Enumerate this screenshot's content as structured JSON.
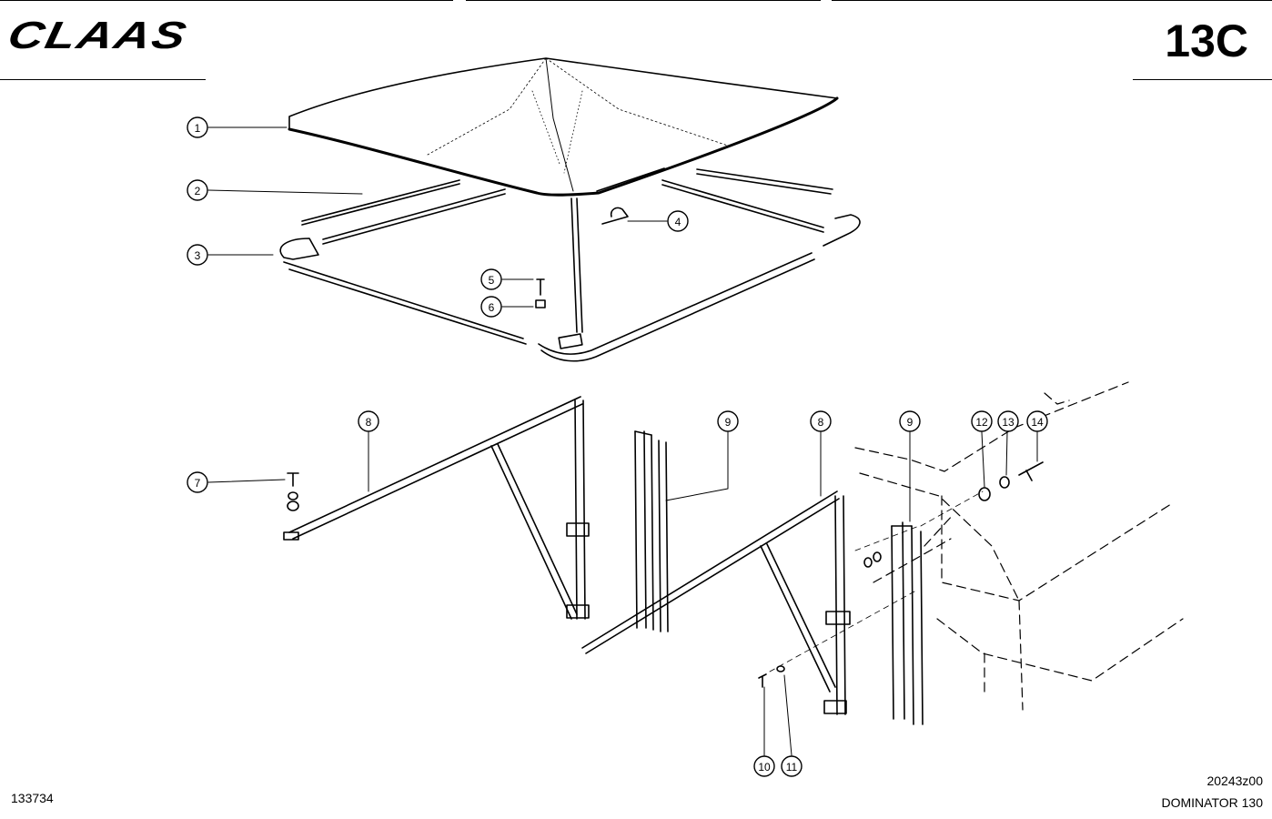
{
  "header": {
    "brand": "CLAAS",
    "page_code": "13C"
  },
  "footer": {
    "drawing_ref": "133734",
    "image_code": "20243z00",
    "model": "DOMINATOR 130"
  },
  "callouts": [
    {
      "id": "1",
      "label": "1"
    },
    {
      "id": "2",
      "label": "2"
    },
    {
      "id": "3",
      "label": "3"
    },
    {
      "id": "4",
      "label": "4"
    },
    {
      "id": "5",
      "label": "5"
    },
    {
      "id": "6",
      "label": "6"
    },
    {
      "id": "7",
      "label": "7"
    },
    {
      "id": "8a",
      "label": "8"
    },
    {
      "id": "9a",
      "label": "9"
    },
    {
      "id": "8b",
      "label": "8"
    },
    {
      "id": "9b",
      "label": "9"
    },
    {
      "id": "10",
      "label": "10"
    },
    {
      "id": "11",
      "label": "11"
    },
    {
      "id": "12",
      "label": "12"
    },
    {
      "id": "13",
      "label": "13"
    },
    {
      "id": "14",
      "label": "14"
    }
  ],
  "colors": {
    "ink": "#000000",
    "paper": "#ffffff"
  }
}
